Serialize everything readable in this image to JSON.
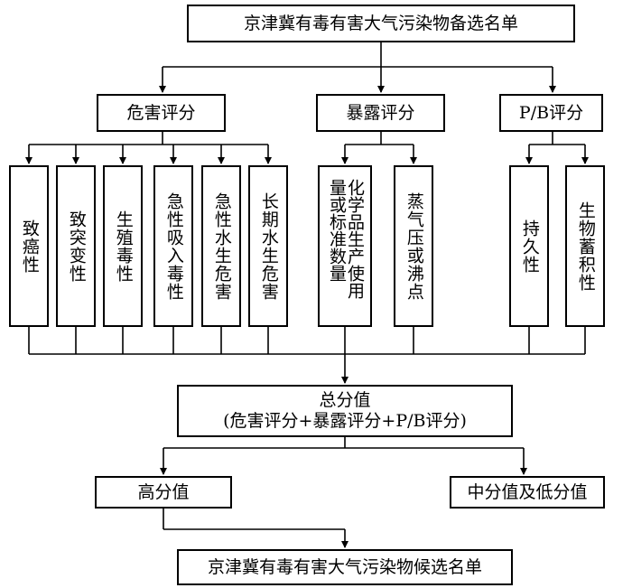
{
  "top_box": "京津冀有毒有害大气污染物备选名单",
  "categories": {
    "hazard": "危害评分",
    "exposure": "暴露评分",
    "pb": "P/B评分"
  },
  "hazard_items": [
    "致癌性",
    "致突变性",
    "生殖毒性",
    "急性吸入毒性",
    "急性水生危害",
    "长期水生危害"
  ],
  "exposure_items": [
    "化学品生产使用量或标准数量",
    "蒸气压或沸点"
  ],
  "pb_items": [
    "持久性",
    "生物蓄积性"
  ],
  "total": {
    "line1": "总分值",
    "line2": "(危害评分+暴露评分+P/B评分)"
  },
  "high": "高分值",
  "mid_low": "中分值及低分值",
  "bottom_box": "京津冀有毒有害大气污染物候选名单"
}
